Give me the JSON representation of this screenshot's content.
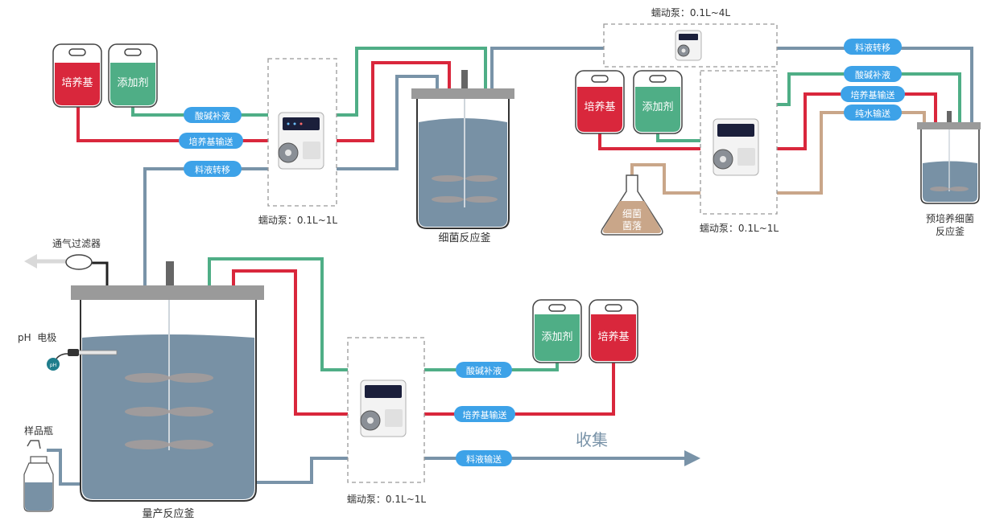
{
  "colors": {
    "green": "#4fae86",
    "red": "#d9273c",
    "steel": "#7993a8",
    "tan": "#c9a689",
    "liquid": "#7891a5",
    "badge": "#3da2e8",
    "lid": "#9a9a9a"
  },
  "labels": {
    "acid_base": "酸碱补液",
    "medium_feed": "培养基输送",
    "liquid_transfer": "料液转移",
    "water_feed": "纯水输送",
    "liquid_feed": "料液输送",
    "medium_bag": "培养基",
    "additive_bag": "添加剂"
  },
  "pump_labels": {
    "pump_top": "蠕动泵：0.1L~4L",
    "pump_main": "蠕动泵：0.1L~1L",
    "pump_right": "蠕动泵：0.1L~1L",
    "pump_bottom": "蠕动泵：0.1L~1L"
  },
  "vessels": {
    "bacteria_reactor": "细菌反应釜",
    "pre_culture_line1": "预培养细菌",
    "pre_culture_line2": "反应釜",
    "production_reactor": "量产反应釜",
    "flask_line1": "细菌",
    "flask_line2": "菌落"
  },
  "peripherals": {
    "air_filter": "通气过滤器",
    "ph_electrode": "pH  电极",
    "ph_sensor": "pH",
    "sample_bottle": "样品瓶"
  },
  "collect": "收集"
}
